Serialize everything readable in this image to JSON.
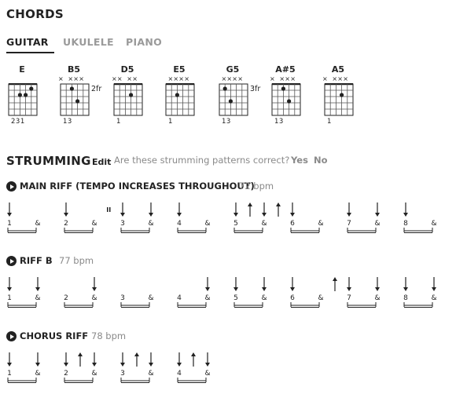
{
  "chords": {
    "title": "CHORDS",
    "tabs": [
      {
        "label": "GUITAR",
        "active": true
      },
      {
        "label": "UKULELE",
        "active": false
      },
      {
        "label": "PIANO",
        "active": false
      }
    ],
    "diagrams": [
      {
        "name": "E",
        "marks": "",
        "fret_label": "",
        "fingers": "231",
        "dots": [
          [
            1,
            1
          ],
          [
            2,
            1
          ],
          [
            3,
            0
          ]
        ],
        "barre": null
      },
      {
        "name": "B5",
        "marks": "×  ×××",
        "fret_label": "2fr",
        "fingers": "13",
        "dots": [
          [
            1,
            0
          ],
          [
            2,
            2
          ]
        ],
        "barre": null
      },
      {
        "name": "D5",
        "marks": "××  ××",
        "fret_label": "",
        "fingers": "1",
        "dots": [
          [
            2,
            1
          ]
        ],
        "barre": null
      },
      {
        "name": "E5",
        "marks": "  ××××",
        "fret_label": "",
        "fingers": "1",
        "dots": [
          [
            1,
            1
          ]
        ],
        "barre": null
      },
      {
        "name": "G5",
        "marks": "  ××××",
        "fret_label": "3fr",
        "fingers": "13",
        "dots": [
          [
            0,
            0
          ],
          [
            1,
            2
          ]
        ],
        "barre": null
      },
      {
        "name": "A#5",
        "marks": "×  ×××",
        "fret_label": "",
        "fingers": "13",
        "dots": [
          [
            1,
            0
          ],
          [
            2,
            2
          ]
        ],
        "barre": null
      },
      {
        "name": "A5",
        "marks": "×  ×××",
        "fret_label": "",
        "fingers": "1",
        "dots": [
          [
            2,
            1
          ]
        ],
        "barre": null
      }
    ]
  },
  "strumming": {
    "title": "STRUMMING",
    "edit_label": "Edit",
    "question": "Are these strumming patterns correct?",
    "yes_label": "Yes",
    "no_label": "No"
  },
  "riffs": [
    {
      "name": "MAIN RIFF (TEMPO INCREASES THROUGHOUT)",
      "bpm": "72 bpm",
      "beats": [
        "1",
        "&",
        "2",
        "&",
        "3",
        "&",
        "4",
        "&",
        "5",
        "&",
        "6",
        "&",
        "7",
        "&",
        "8",
        "&"
      ],
      "strokes": [
        [
          "D",
          ""
        ],
        [
          "",
          ""
        ],
        [
          "D",
          ""
        ],
        [
          "",
          "P"
        ],
        [
          "D",
          ""
        ],
        [
          "D",
          ""
        ],
        [
          "D",
          ""
        ],
        [
          "",
          ""
        ],
        [
          "D",
          "U"
        ],
        [
          "D",
          "U"
        ],
        [
          "D",
          ""
        ],
        [
          "",
          ""
        ],
        [
          "D",
          ""
        ],
        [
          "D",
          ""
        ],
        [
          "D",
          ""
        ],
        [
          "",
          ""
        ]
      ]
    },
    {
      "name": "RIFF B",
      "bpm": "77 bpm",
      "beats": [
        "1",
        "&",
        "2",
        "&",
        "3",
        "&",
        "4",
        "&",
        "5",
        "&",
        "6",
        "&",
        "7",
        "&",
        "8",
        "&"
      ],
      "strokes": [
        [
          "D",
          ""
        ],
        [
          "D",
          ""
        ],
        [
          "",
          ""
        ],
        [
          "D",
          ""
        ],
        [
          "",
          ""
        ],
        [
          "",
          ""
        ],
        [
          "",
          ""
        ],
        [
          "D",
          ""
        ],
        [
          "D",
          ""
        ],
        [
          "D",
          ""
        ],
        [
          "D",
          ""
        ],
        [
          "",
          "U"
        ],
        [
          "D",
          ""
        ],
        [
          "D",
          ""
        ],
        [
          "D",
          ""
        ],
        [
          "D",
          ""
        ]
      ]
    },
    {
      "name": "CHORUS RIFF",
      "bpm": "78 bpm",
      "beats": [
        "1",
        "&",
        "2",
        "&",
        "3",
        "&",
        "4",
        "&"
      ],
      "strokes": [
        [
          "D",
          ""
        ],
        [
          "D",
          ""
        ],
        [
          "D",
          "U"
        ],
        [
          "D",
          ""
        ],
        [
          "D",
          "U"
        ],
        [
          "D",
          ""
        ],
        [
          "D",
          "U"
        ],
        [
          "D",
          ""
        ]
      ]
    }
  ]
}
